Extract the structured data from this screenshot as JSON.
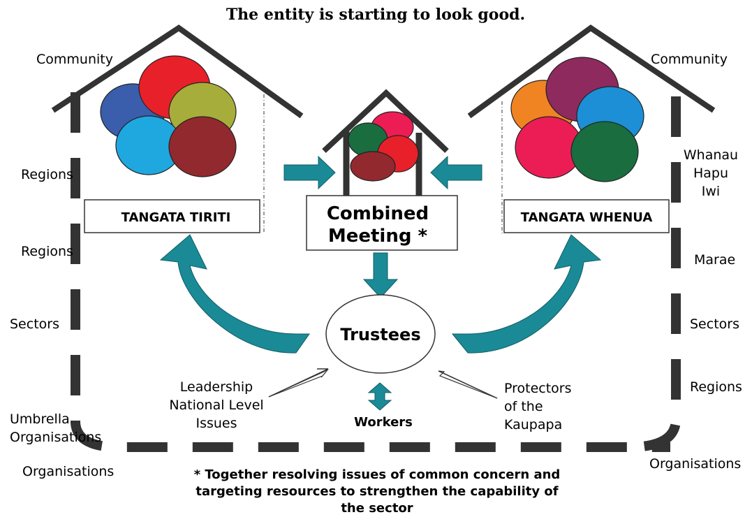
{
  "title": "The entity is starting to look good.",
  "left_house": {
    "box_label": "TANGATA TIRITI",
    "labels": [
      "Community",
      "Regions",
      "Regions",
      "Sectors",
      "Umbrella",
      "Organisations",
      "Organisations"
    ],
    "ellipse_colors": [
      "#3a5eab",
      "#e8202a",
      "#a6ad3a",
      "#1fa7e0",
      "#92292e"
    ]
  },
  "right_house": {
    "box_label": "TANGATA WHENUA",
    "labels": [
      "Community",
      "Whanau",
      "Hapu",
      "Iwi",
      "Marae",
      "Sectors",
      "Regions",
      "Organisations"
    ],
    "ellipse_colors": [
      "#f08423",
      "#8e2a5e",
      "#1d8fd6",
      "#ec1d55",
      "#1a6d3f"
    ]
  },
  "center_house": {
    "box_line1": "Combined",
    "box_line2": "Meeting *",
    "ellipse_colors": [
      "#ec1d55",
      "#1a6d3f",
      "#e8202a",
      "#92292e"
    ]
  },
  "trustees": "Trustees",
  "workers": "Workers",
  "leadership": [
    "Leadership",
    "National Level",
    "Issues"
  ],
  "protectors": [
    "Protectors",
    "of the",
    "Kaupapa"
  ],
  "footnote": [
    "* Together resolving issues of common concern and",
    "targeting resources to strengthen the capability of",
    "the sector"
  ],
  "colors": {
    "teal_arrow": "#1a8a96",
    "house_outline": "#333333"
  }
}
